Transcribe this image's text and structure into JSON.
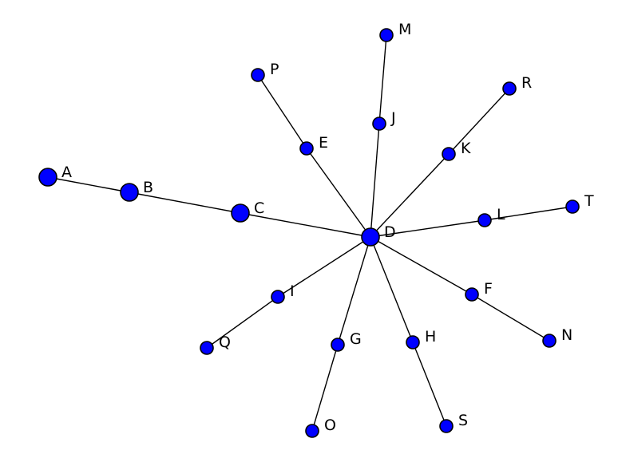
{
  "graph": {
    "node_color": "#0000ff",
    "edge_color": "#000000",
    "nodes": [
      {
        "id": "A",
        "label": "A",
        "size": "large"
      },
      {
        "id": "B",
        "label": "B",
        "size": "large"
      },
      {
        "id": "C",
        "label": "C",
        "size": "large"
      },
      {
        "id": "D",
        "label": "D",
        "size": "large"
      },
      {
        "id": "E",
        "label": "E",
        "size": "small"
      },
      {
        "id": "F",
        "label": "F",
        "size": "small"
      },
      {
        "id": "G",
        "label": "G",
        "size": "small"
      },
      {
        "id": "H",
        "label": "H",
        "size": "small"
      },
      {
        "id": "I",
        "label": "I",
        "size": "small"
      },
      {
        "id": "J",
        "label": "J",
        "size": "small"
      },
      {
        "id": "K",
        "label": "K",
        "size": "small"
      },
      {
        "id": "L",
        "label": "L",
        "size": "small"
      },
      {
        "id": "M",
        "label": "M",
        "size": "small"
      },
      {
        "id": "N",
        "label": "N",
        "size": "small"
      },
      {
        "id": "O",
        "label": "O",
        "size": "small"
      },
      {
        "id": "P",
        "label": "P",
        "size": "small"
      },
      {
        "id": "Q",
        "label": "Q",
        "size": "small"
      },
      {
        "id": "R",
        "label": "R",
        "size": "small"
      },
      {
        "id": "S",
        "label": "S",
        "size": "small"
      },
      {
        "id": "T",
        "label": "T",
        "size": "small"
      }
    ],
    "edges": [
      [
        "A",
        "B"
      ],
      [
        "B",
        "C"
      ],
      [
        "C",
        "D"
      ],
      [
        "D",
        "E"
      ],
      [
        "E",
        "P"
      ],
      [
        "D",
        "J"
      ],
      [
        "J",
        "M"
      ],
      [
        "D",
        "K"
      ],
      [
        "K",
        "R"
      ],
      [
        "D",
        "L"
      ],
      [
        "L",
        "T"
      ],
      [
        "D",
        "F"
      ],
      [
        "F",
        "N"
      ],
      [
        "D",
        "H"
      ],
      [
        "H",
        "S"
      ],
      [
        "D",
        "G"
      ],
      [
        "G",
        "O"
      ],
      [
        "D",
        "I"
      ],
      [
        "I",
        "Q"
      ]
    ]
  }
}
